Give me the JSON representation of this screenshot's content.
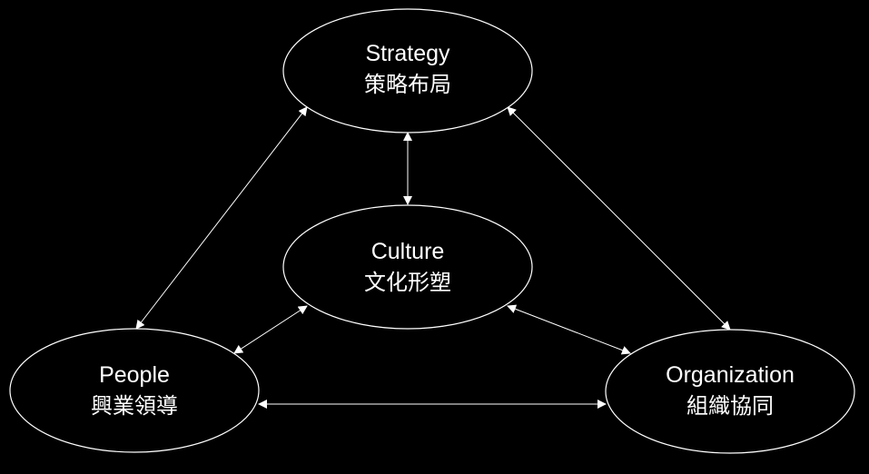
{
  "diagram": {
    "nodes": {
      "strategy": {
        "title": "Strategy",
        "subtitle": "策略布局"
      },
      "culture": {
        "title": "Culture",
        "subtitle": "文化形塑"
      },
      "people": {
        "title": "People",
        "subtitle": "興業領導"
      },
      "organization": {
        "title": "Organization",
        "subtitle": "組織協同"
      }
    },
    "connections": [
      {
        "from": "strategy",
        "to": "culture",
        "bidirectional": true
      },
      {
        "from": "strategy",
        "to": "people",
        "bidirectional": true
      },
      {
        "from": "strategy",
        "to": "organization",
        "bidirectional": true
      },
      {
        "from": "culture",
        "to": "people",
        "bidirectional": true
      },
      {
        "from": "culture",
        "to": "organization",
        "bidirectional": true
      },
      {
        "from": "people",
        "to": "organization",
        "bidirectional": true
      }
    ],
    "colors": {
      "background": "#000000",
      "stroke": "#ffffff",
      "text": "#ffffff"
    }
  }
}
